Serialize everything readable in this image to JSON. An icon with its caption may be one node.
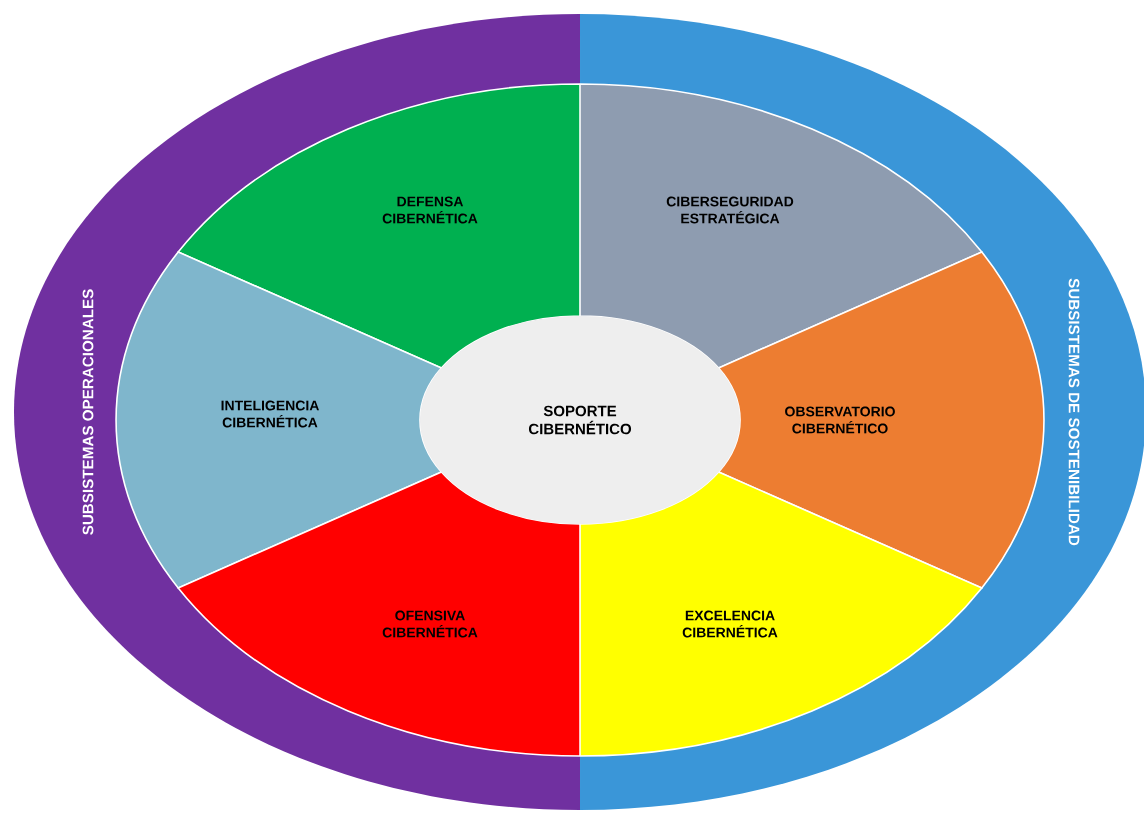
{
  "diagram": {
    "nodes": [
      {
        "text": [
          "SUBSISTEMAS OPERACIONALES"
        ]
      },
      {
        "text": [
          "SUBSISTEMAS DE SOSTENIBILIDAD"
        ]
      },
      {
        "text": [
          "DEFENSA CIBERNÉTICA"
        ],
        "in": 0
      },
      {
        "text": [
          "CIBERSEGURIDAD ESTRATÉGICA"
        ],
        "in": 1
      },
      {
        "text": [
          "INTELIGENCIA CIBERNÉTICA"
        ],
        "in": 0
      },
      {
        "text": [
          "SOPORTE CIBERNÉTICO"
        ]
      },
      {
        "text": [
          "OBSERVATORIO CIBERNÉTICO"
        ],
        "in": 1
      },
      {
        "text": [
          "OFENSIVA CIBERNÉTICA"
        ],
        "in": 0
      },
      {
        "text": [
          "EXCELENCIA CIBERNÉTICA"
        ],
        "in": 1
      }
    ]
  }
}
